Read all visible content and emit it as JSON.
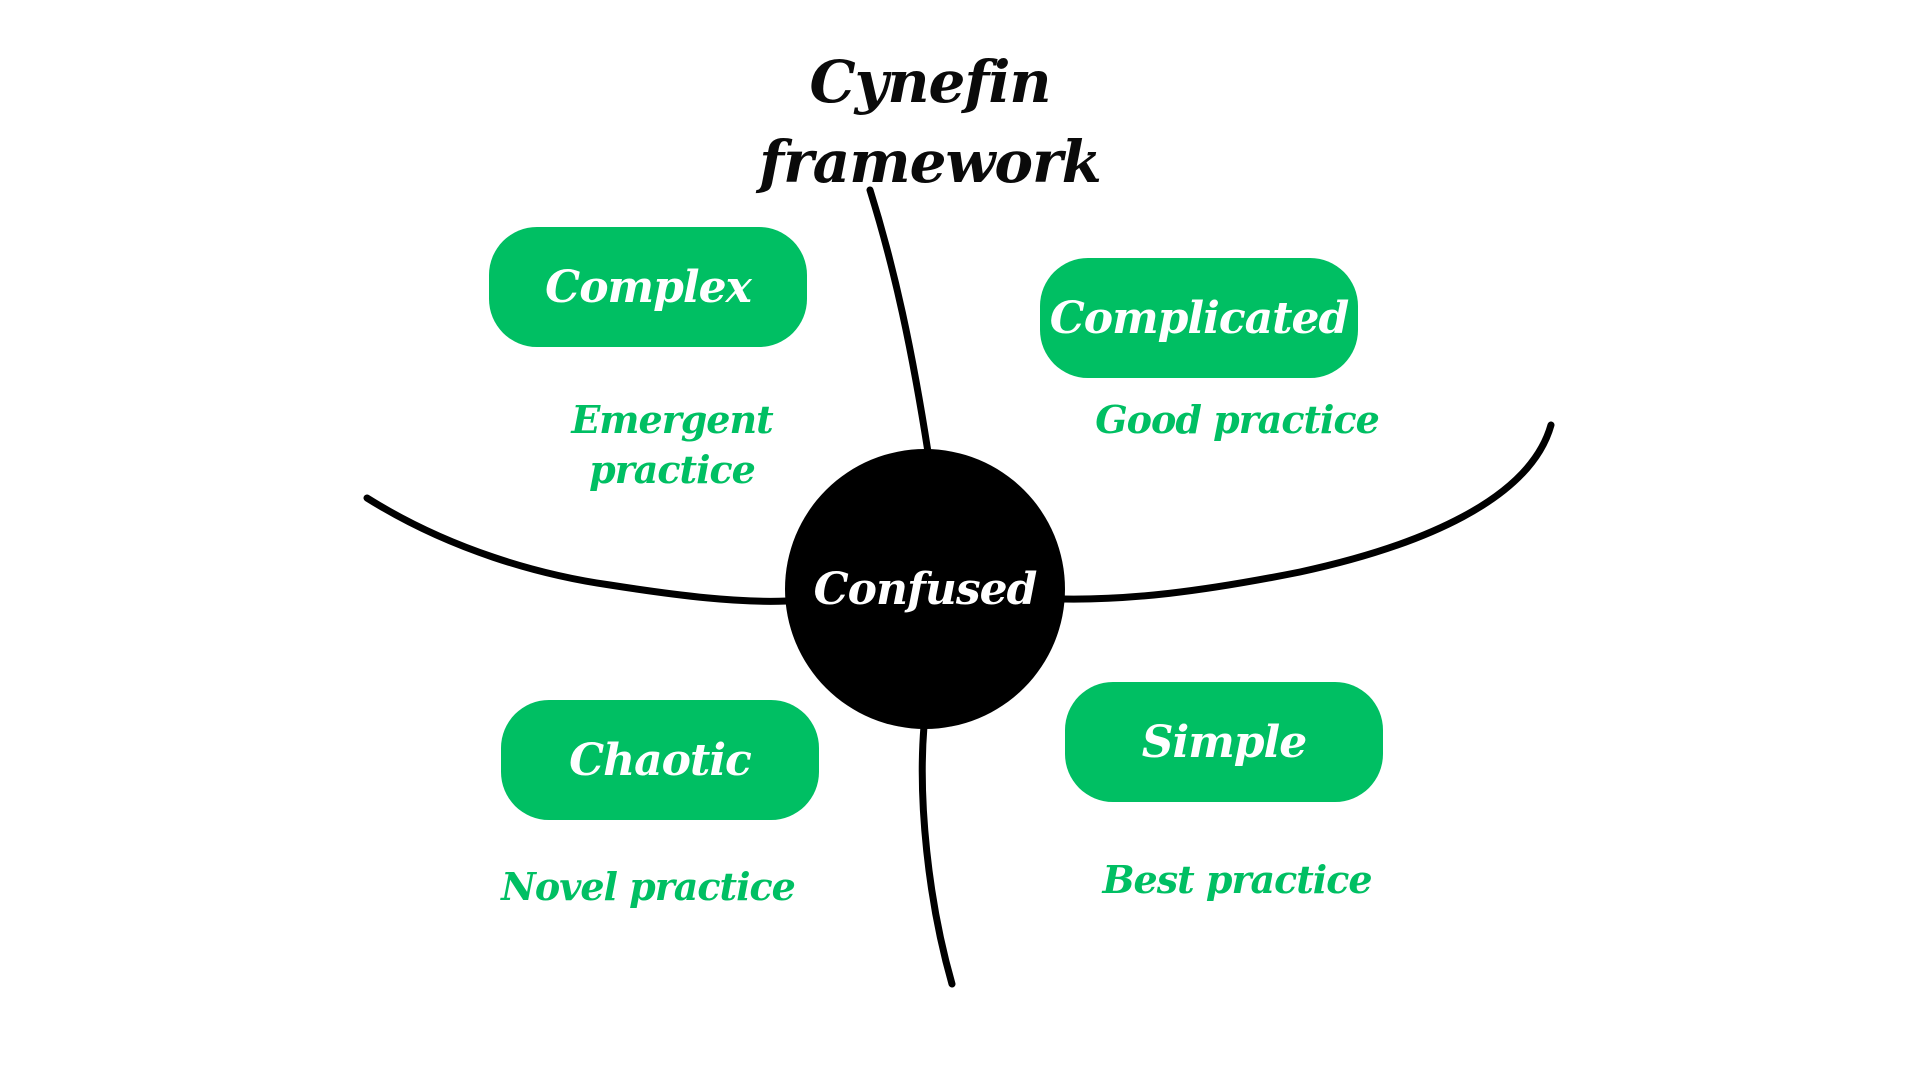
{
  "title": "Cynefin framework",
  "colors": {
    "domain_fill": "#00BF63",
    "practice_text": "#00BF63",
    "center_fill": "#000000",
    "line": "#000000",
    "title_text": "#0a0a0a"
  },
  "center": {
    "label": "Confused"
  },
  "domains": [
    {
      "id": "complex",
      "label": "Complex",
      "practice": "Emergent practice",
      "quadrant": "top-left"
    },
    {
      "id": "complicated",
      "label": "Complicated",
      "practice": "Good practice",
      "quadrant": "top-right"
    },
    {
      "id": "chaotic",
      "label": "Chaotic",
      "practice": "Novel practice",
      "quadrant": "bottom-left"
    },
    {
      "id": "simple",
      "label": "Simple",
      "practice": "Best practice",
      "quadrant": "bottom-right"
    }
  ]
}
